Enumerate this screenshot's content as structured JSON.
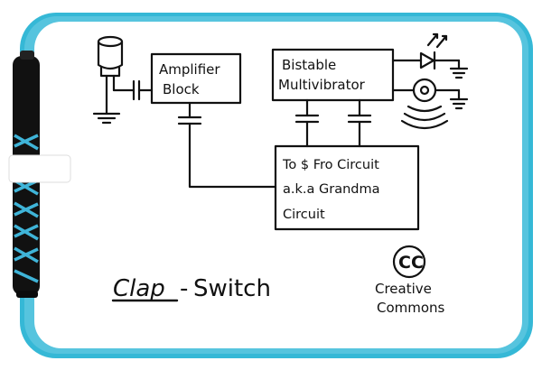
{
  "diagram": {
    "colors": {
      "frame": "#35b8d6",
      "frame_dark": "#1f8fae",
      "board": "#ffffff",
      "ink": "#111111",
      "marker_accent": "#3fb4d8"
    },
    "blocks": {
      "amplifier": [
        "Amplifier",
        "Block"
      ],
      "multivibrator": [
        "Bistable",
        "Multivibrator"
      ],
      "flipflop": [
        "To $ Fro Circuit",
        "a.k.a Grandma",
        "Circuit"
      ]
    },
    "title": {
      "left": "Clap",
      "dash": "-",
      "right": "Switch"
    },
    "license": {
      "logo": "CC",
      "line1": "Creative",
      "line2": "Commons"
    },
    "icons": [
      "microphone-icon",
      "led-icon",
      "buzzer-icon",
      "ground-icon",
      "capacitor-icon",
      "whiteboard-marker-icon"
    ]
  }
}
